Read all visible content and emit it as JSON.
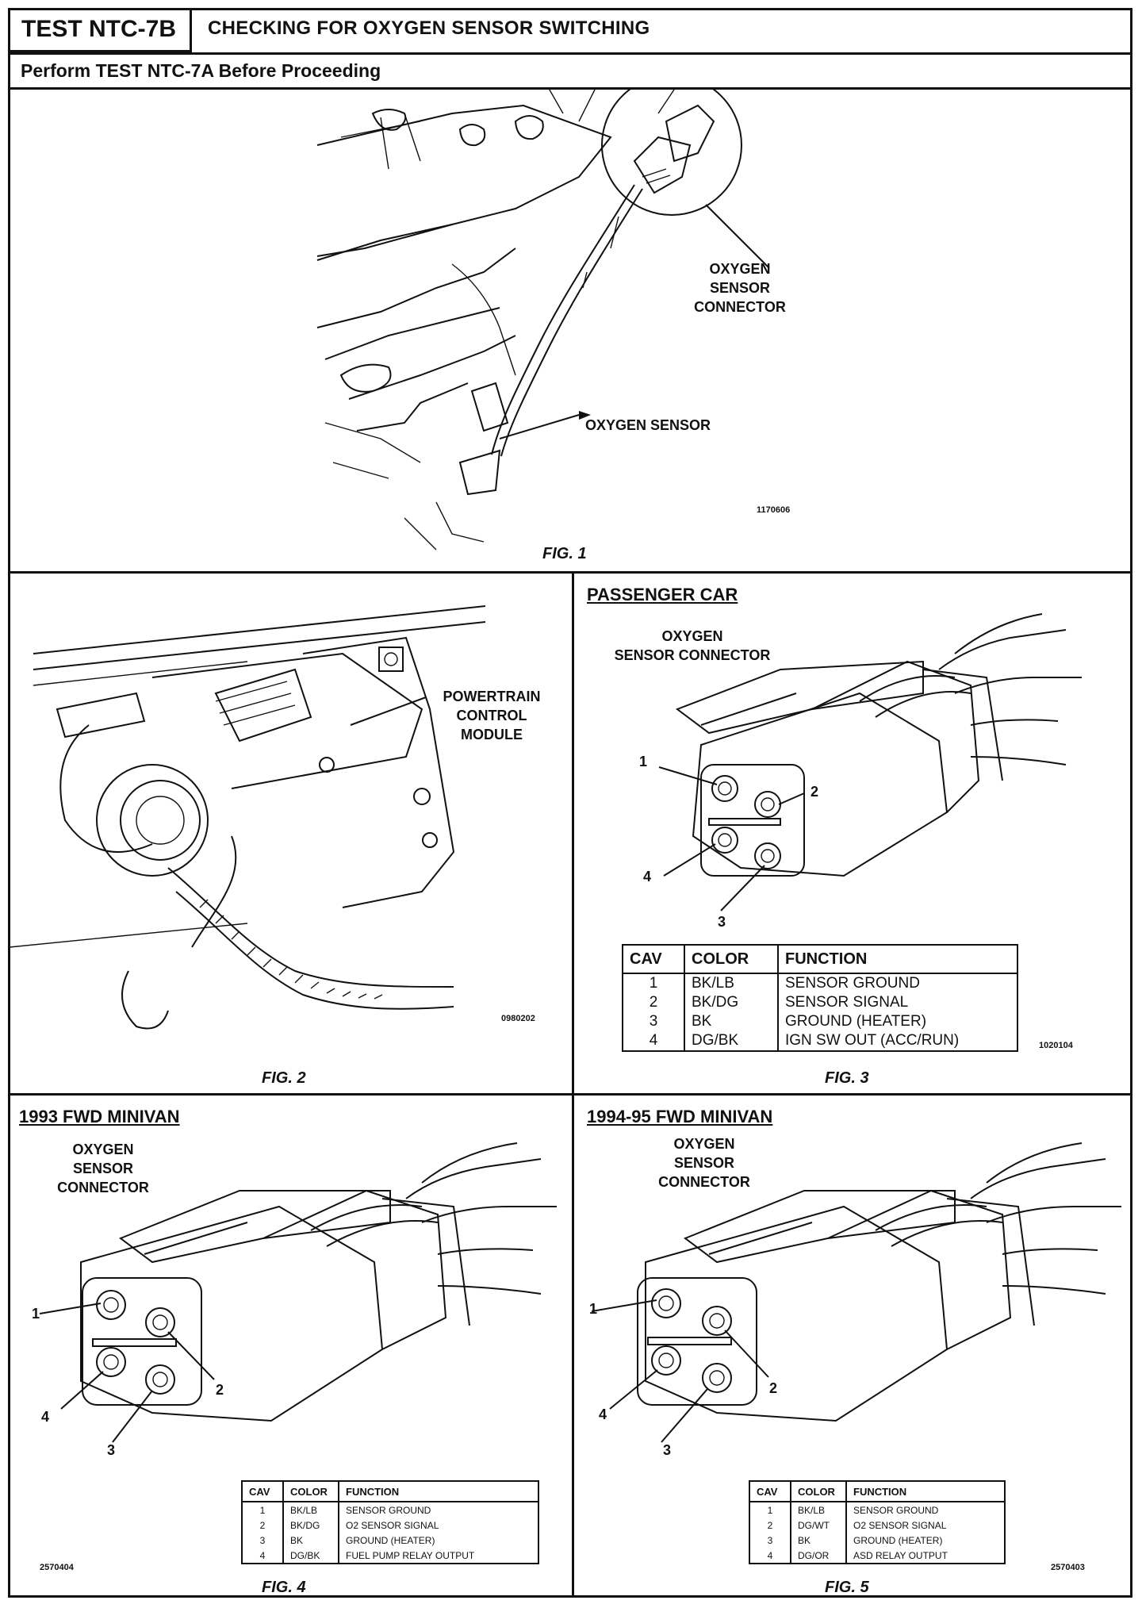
{
  "header": {
    "test_id": "TEST NTC-7B",
    "title": "CHECKING FOR OXYGEN SENSOR SWITCHING",
    "subtitle": "Perform TEST NTC-7A Before Proceeding"
  },
  "fig1": {
    "caption": "FIG. 1",
    "label_connector": "OXYGEN\nSENSOR\nCONNECTOR",
    "label_sensor": "OXYGEN SENSOR",
    "code": "1170606"
  },
  "fig2": {
    "caption": "FIG. 2",
    "label_pcm": "POWERTRAIN\nCONTROL\nMODULE",
    "code": "0980202"
  },
  "fig3": {
    "caption": "FIG. 3",
    "heading": "PASSENGER CAR",
    "label_connector": "OXYGEN\nSENSOR CONNECTOR",
    "code": "1020104",
    "pins": [
      "1",
      "2",
      "3",
      "4"
    ],
    "table": {
      "headers": [
        "CAV",
        "COLOR",
        "FUNCTION"
      ],
      "rows": [
        [
          "1",
          "BK/LB",
          "SENSOR GROUND"
        ],
        [
          "2",
          "BK/DG",
          "SENSOR SIGNAL"
        ],
        [
          "3",
          "BK",
          "GROUND (HEATER)"
        ],
        [
          "4",
          "DG/BK",
          "IGN SW OUT (ACC/RUN)"
        ]
      ]
    }
  },
  "fig4": {
    "caption": "FIG. 4",
    "heading": "1993 FWD MINIVAN",
    "label_connector": "OXYGEN\nSENSOR\nCONNECTOR",
    "code": "2570404",
    "pins": [
      "1",
      "2",
      "3",
      "4"
    ],
    "table": {
      "headers": [
        "CAV",
        "COLOR",
        "FUNCTION"
      ],
      "rows": [
        [
          "1",
          "BK/LB",
          "SENSOR GROUND"
        ],
        [
          "2",
          "BK/DG",
          "O2 SENSOR SIGNAL"
        ],
        [
          "3",
          "BK",
          "GROUND (HEATER)"
        ],
        [
          "4",
          "DG/BK",
          "FUEL PUMP RELAY OUTPUT"
        ]
      ]
    }
  },
  "fig5": {
    "caption": "FIG. 5",
    "heading": "1994-95 FWD MINIVAN",
    "label_connector": "OXYGEN\nSENSOR\nCONNECTOR",
    "code": "2570403",
    "pins": [
      "1",
      "2",
      "3",
      "4"
    ],
    "table": {
      "headers": [
        "CAV",
        "COLOR",
        "FUNCTION"
      ],
      "rows": [
        [
          "1",
          "BK/LB",
          "SENSOR GROUND"
        ],
        [
          "2",
          "DG/WT",
          "O2 SENSOR SIGNAL"
        ],
        [
          "3",
          "BK",
          "GROUND (HEATER)"
        ],
        [
          "4",
          "DG/OR",
          "ASD RELAY OUTPUT"
        ]
      ]
    }
  }
}
